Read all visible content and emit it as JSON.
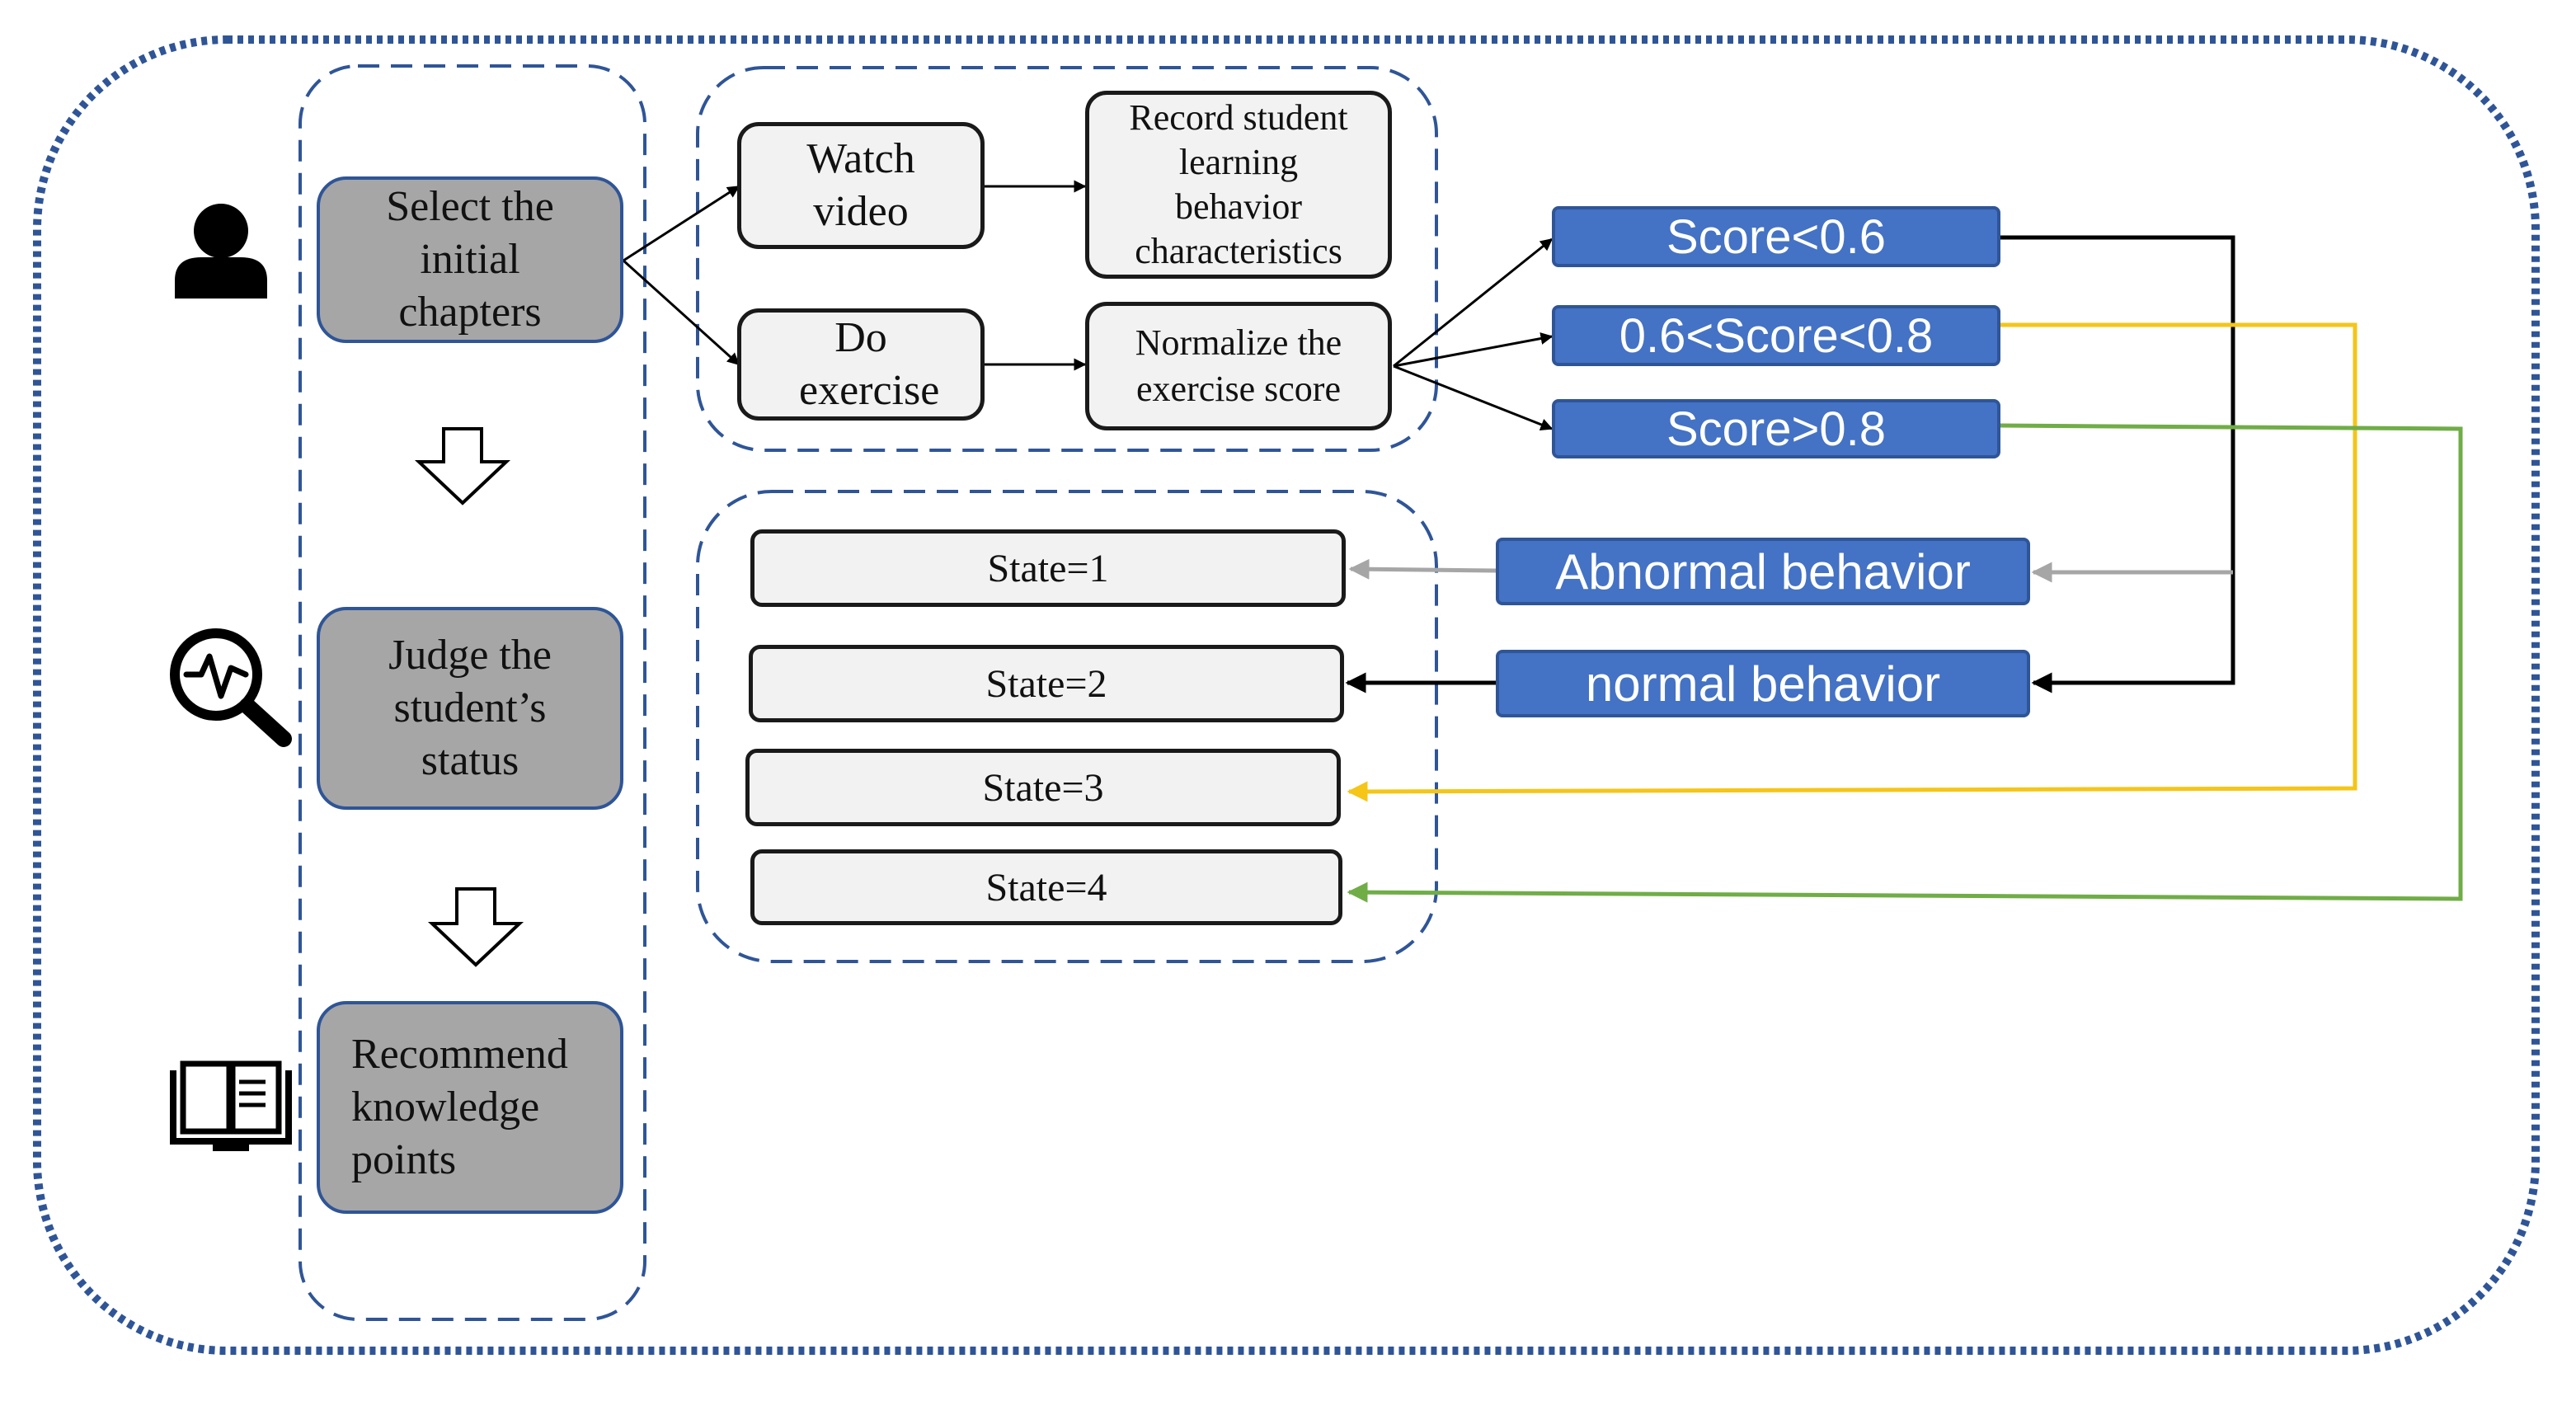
{
  "steps": {
    "select_chapters": "Select the initial chapters",
    "judge_status": "Judge the student’s status",
    "recommend": "Recommend knowledge points"
  },
  "process": {
    "watch_video": "Watch video",
    "do_exercise": "Do exercise",
    "record_behavior": "Record student learning behavior characteristics",
    "normalize_score": "Normalize the exercise score"
  },
  "scores": {
    "low": "Score<0.6",
    "mid": "0.6<Score<0.8",
    "high": "Score>0.8"
  },
  "behaviors": {
    "abnormal": "Abnormal behavior",
    "normal": "normal behavior"
  },
  "states": [
    "State=1",
    "State=2",
    "State=3",
    "State=4"
  ],
  "icons": [
    "person-icon",
    "magnifier-pulse-icon",
    "book-icon"
  ],
  "colors": {
    "border_dotted": "#2f5597",
    "box_blue": "#4472c4",
    "step_gray": "#a6a6a6",
    "arrow_black": "#000000",
    "arrow_gray": "#a6a6a6",
    "arrow_yellow": "#f5c518",
    "arrow_green": "#70ad47"
  }
}
